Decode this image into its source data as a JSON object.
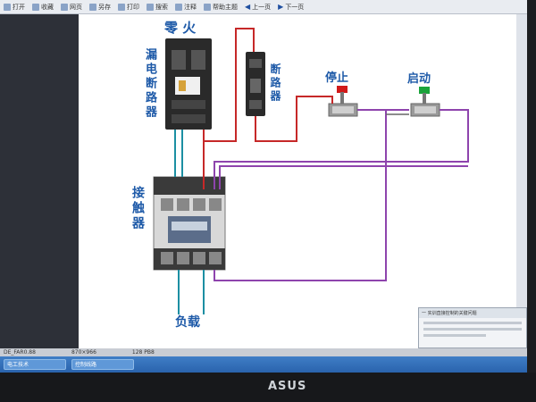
{
  "toolbar": {
    "items": [
      {
        "label": "打开",
        "icon": "folder-icon"
      },
      {
        "label": "收藏",
        "icon": "star-icon"
      },
      {
        "label": "网页",
        "icon": "web-icon"
      },
      {
        "label": "另存",
        "icon": "save-icon"
      },
      {
        "label": "打印",
        "icon": "print-icon"
      },
      {
        "label": "搜索",
        "icon": "search-icon"
      },
      {
        "label": "注释",
        "icon": "note-icon"
      },
      {
        "label": "帮助主题",
        "icon": "help-icon"
      }
    ],
    "prev_label": "上一页",
    "next_label": "下一页"
  },
  "diagram": {
    "neutral_fire": "零 火",
    "leakage_breaker": "漏电断路器",
    "breaker": "断路器",
    "stop": "停止",
    "start": "启动",
    "contactor": "接触器",
    "load": "负载"
  },
  "statusbar": {
    "left": "DE_FAR0.88",
    "middle": "870×966",
    "right": "128 PB8"
  },
  "taskbar": {
    "items": [
      "电工技术",
      "控制线路"
    ]
  },
  "popup": {
    "title": "一 实训直接控制的关键问题"
  },
  "bezel": {
    "brand": "ASUS"
  },
  "colors": {
    "label_blue": "#1e5aa8",
    "wire_red": "#c62828",
    "wire_purple": "#8e44ad",
    "wire_cyan": "#1c8fa3",
    "stop_button": "#d11a1a",
    "start_button": "#1aa33a"
  }
}
